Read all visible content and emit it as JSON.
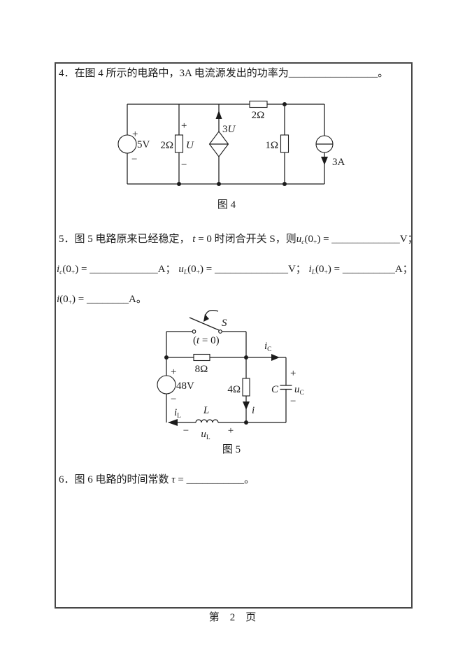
{
  "q4": {
    "line": [
      {
        "t": "4．在图 4 所示的电路中，3A 电流源发出的功率为"
      },
      {
        "t": "_________________"
      },
      {
        "t": "。"
      }
    ],
    "caption": "图 4",
    "circuit": {
      "source_plus": "+",
      "source_value": "5V",
      "source_minus": "−",
      "r_left": "2Ω",
      "u_plus": "+",
      "u_var": "U",
      "u_minus": "−",
      "dep_coeff": "3",
      "dep_var": "U",
      "r_top": "2Ω",
      "r_mid": "1Ω",
      "cs_value": "3A"
    }
  },
  "q5": {
    "line1": [
      {
        "t": "5．图 5 电路原来已经稳定， "
      },
      {
        "i": "t"
      },
      {
        "t": " = 0 时闭合开关 S，则"
      },
      {
        "i": "u"
      },
      {
        "si": "c"
      },
      {
        "t": "(0"
      },
      {
        "s": "+"
      },
      {
        "t": ") = "
      },
      {
        "t": "_____________"
      },
      {
        "t": "V；"
      }
    ],
    "line2": [
      {
        "i": "i"
      },
      {
        "si": "c"
      },
      {
        "t": "(0"
      },
      {
        "s": "+"
      },
      {
        "t": ") = "
      },
      {
        "t": "_____________"
      },
      {
        "t": "A； "
      },
      {
        "i": "u"
      },
      {
        "si": "L"
      },
      {
        "t": "(0"
      },
      {
        "s": "+"
      },
      {
        "t": ") = "
      },
      {
        "t": "______________"
      },
      {
        "t": "V； "
      },
      {
        "i": "i"
      },
      {
        "si": "L"
      },
      {
        "t": "(0"
      },
      {
        "s": "+"
      },
      {
        "t": ") = "
      },
      {
        "t": "__________"
      },
      {
        "t": "A；"
      }
    ],
    "line3": [
      {
        "i": "i"
      },
      {
        "t": "(0"
      },
      {
        "s": "+"
      },
      {
        "t": ") = "
      },
      {
        "t": "________"
      },
      {
        "t": "A。"
      }
    ],
    "caption": "图 5",
    "circuit": {
      "switch_label": "S",
      "t0_pre": "(",
      "t0_var": "t",
      "t0_post": " = 0)",
      "r_top": "8Ω",
      "src_plus": "+",
      "src_value": "48V",
      "src_minus": "−",
      "ic_base": "i",
      "ic_sub": "C",
      "r_mid": "4Ω",
      "i_var": "i",
      "cap_label": "C",
      "uc_base": "u",
      "uc_sub": "C",
      "uc_plus": "+",
      "uc_minus": "−",
      "l_var": "L",
      "il_base": "i",
      "il_sub": "L",
      "ul_base": "u",
      "ul_sub": "L",
      "ul_minus": "−",
      "ul_plus": "+"
    }
  },
  "q6": {
    "line": [
      {
        "t": "6．图 6 电路的时间常数 "
      },
      {
        "i": "τ"
      },
      {
        "t": " = "
      },
      {
        "t": "___________"
      },
      {
        "t": "。"
      }
    ]
  },
  "footer": "第　2　页"
}
